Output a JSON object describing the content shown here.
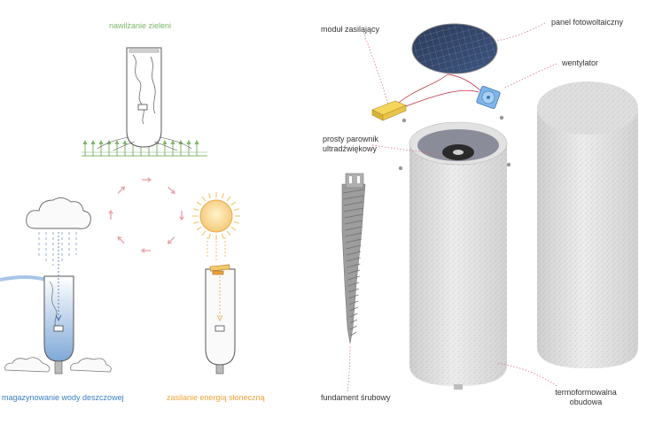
{
  "left": {
    "humidify_label": "nawilżanie zieleni",
    "rain_label": "magazynowanie wody deszczowej",
    "solar_label": "zasilanie energią słoneczną"
  },
  "right": {
    "labels": {
      "power_module": "moduł zasilający",
      "pv_panel": "panel fotowoltaiczny",
      "fan": "wentylator",
      "evaporator_line1": "prosty parownik",
      "evaporator_line2": "ultradźwiękowy",
      "foundation": "fundament śrubowy",
      "housing_line1": "termoformowalna",
      "housing_line2": "obudowa"
    }
  },
  "colors": {
    "green": "#7cb66a",
    "blue": "#3b7fc4",
    "orange": "#f0a23a",
    "pink_arrows": "#e9a0a8",
    "leader_pink": "#d9607a",
    "stone": "#e6e6e6"
  }
}
